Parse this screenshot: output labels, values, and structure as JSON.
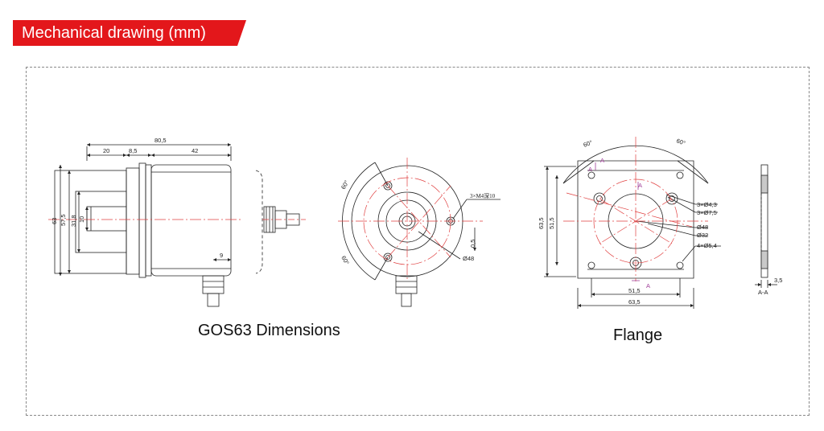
{
  "header": {
    "title": "Mechanical drawing (mm)",
    "accent_color": "#e3171b"
  },
  "captions": {
    "left": "GOS63 Dimensions",
    "right": "Flange"
  },
  "side_view": {
    "overall_length": "80,5",
    "shaft_section": "20",
    "clamp_section": "8,5",
    "body_section": "42",
    "outer_diameter": "63",
    "pilot_diameter": "57,5",
    "hub_diameter": "31,8",
    "shaft_diameter": "10",
    "connector_offset": "9"
  },
  "front_view": {
    "angle_top": "60°",
    "angle_bottom": "60°",
    "thread_note": "3×M4深10",
    "offset": "0,5",
    "bolt_circle": "Ø48"
  },
  "flange": {
    "angle_left": "60°",
    "angle_right": "60°",
    "section_marker": "A",
    "height_outer": "63,5",
    "height_inner": "51,5",
    "width_inner": "51,5",
    "width_outer": "63,5",
    "holes_small": "3×Ø4,3",
    "holes_cbore": "3×Ø7,5",
    "circle_48": "Ø48",
    "circle_32": "Ø32",
    "holes_corner": "4×Ø5,4",
    "section_thickness": "3,5",
    "section_label": "A-A"
  }
}
